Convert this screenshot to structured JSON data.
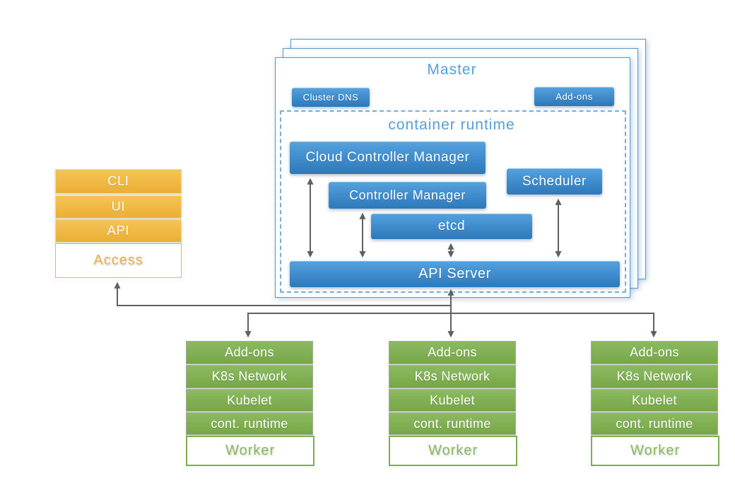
{
  "master": {
    "title": "Master",
    "buttons": {
      "cluster_dns": "Cluster DNS",
      "addons": "Add-ons"
    },
    "runtime": {
      "title": "container runtime",
      "cloud_controller_manager": "Cloud Controller Manager",
      "controller_manager": "Controller Manager",
      "scheduler": "Scheduler",
      "etcd": "etcd",
      "api_server": "API Server"
    }
  },
  "access_stack": {
    "rows": [
      "CLI",
      "UI",
      "API"
    ],
    "label": "Access"
  },
  "worker_stack": {
    "rows": [
      "Add-ons",
      "K8s Network",
      "Kubelet",
      "cont. runtime"
    ],
    "label": "Worker"
  },
  "colors": {
    "component_blue": "#3e86c7",
    "accent_blue": "#55a0dc",
    "dashed_border_blue": "#72aede",
    "access_orange": "#efb53f",
    "worker_green": "#7dad50",
    "arrow_gray": "#5e6163",
    "background": "#ffffff"
  }
}
